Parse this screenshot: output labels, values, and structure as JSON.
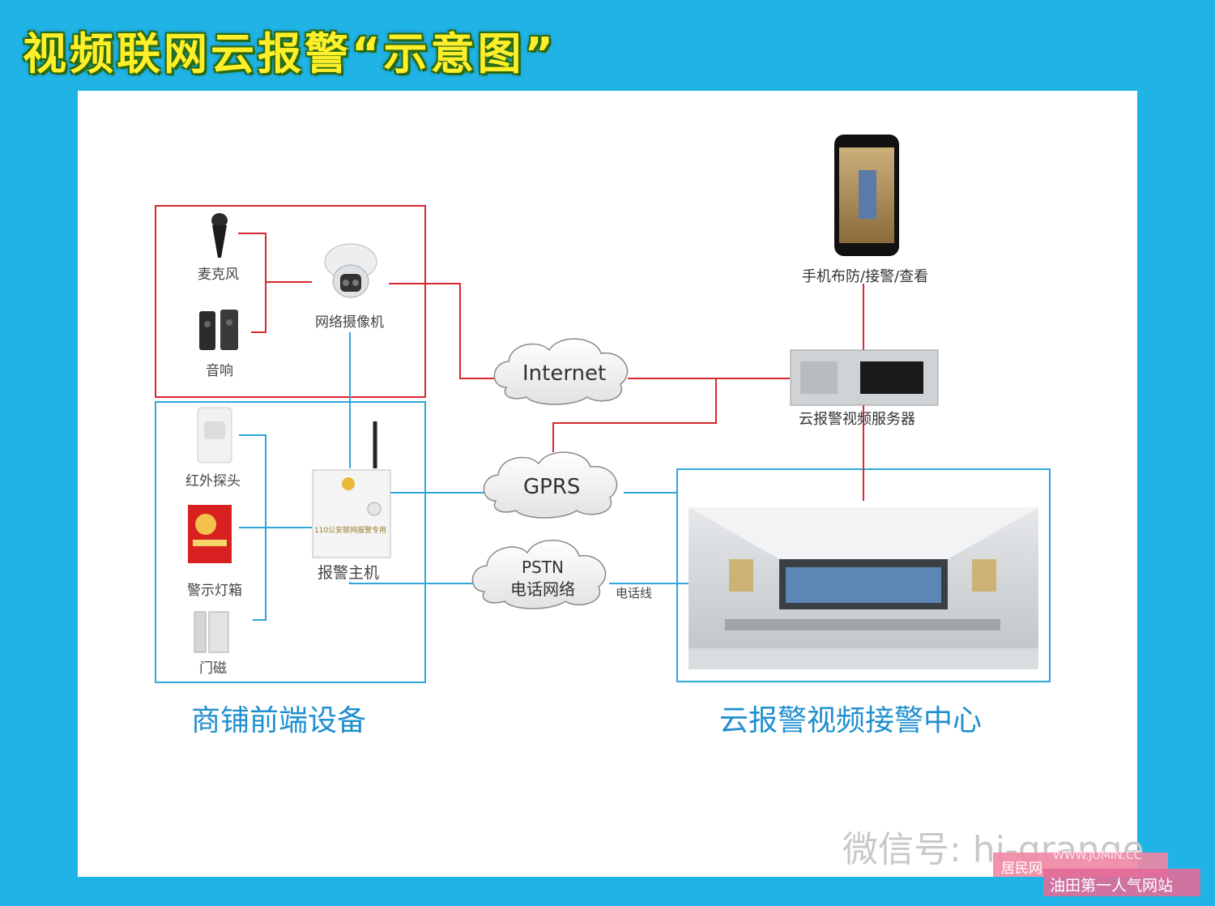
{
  "title": "视频联网云报警“示意图”",
  "sections": {
    "front": "商铺前端设备",
    "center": "云报警视频接警中心"
  },
  "devices": {
    "microphone": "麦克风",
    "speaker": "音响",
    "camera": "网络摄像机",
    "infrared": "红外探头",
    "warning_light": "警示灯箱",
    "door_sensor": "门磁",
    "alarm_host": "报警主机",
    "alarm_host_panel_text": "110公安联网报警专用",
    "phone": "手机布防/接警/查看",
    "server": "云报警视频服务器"
  },
  "networks": {
    "internet": "Internet",
    "gprs": "GPRS",
    "pstn_line1": "PSTN",
    "pstn_line2": "电话网络",
    "phone_line": "电话线"
  },
  "watermark": {
    "wechat": "微信号: hi-grange",
    "site_name": "居民网",
    "site_url": "WWW.JUMIN.CC",
    "site_slogan": "油田第一人气网站"
  },
  "colors": {
    "background": "#1fb3e6",
    "title": "#ffef2a",
    "red_link": "#d9282f",
    "blue_link": "#2ea7dd"
  }
}
